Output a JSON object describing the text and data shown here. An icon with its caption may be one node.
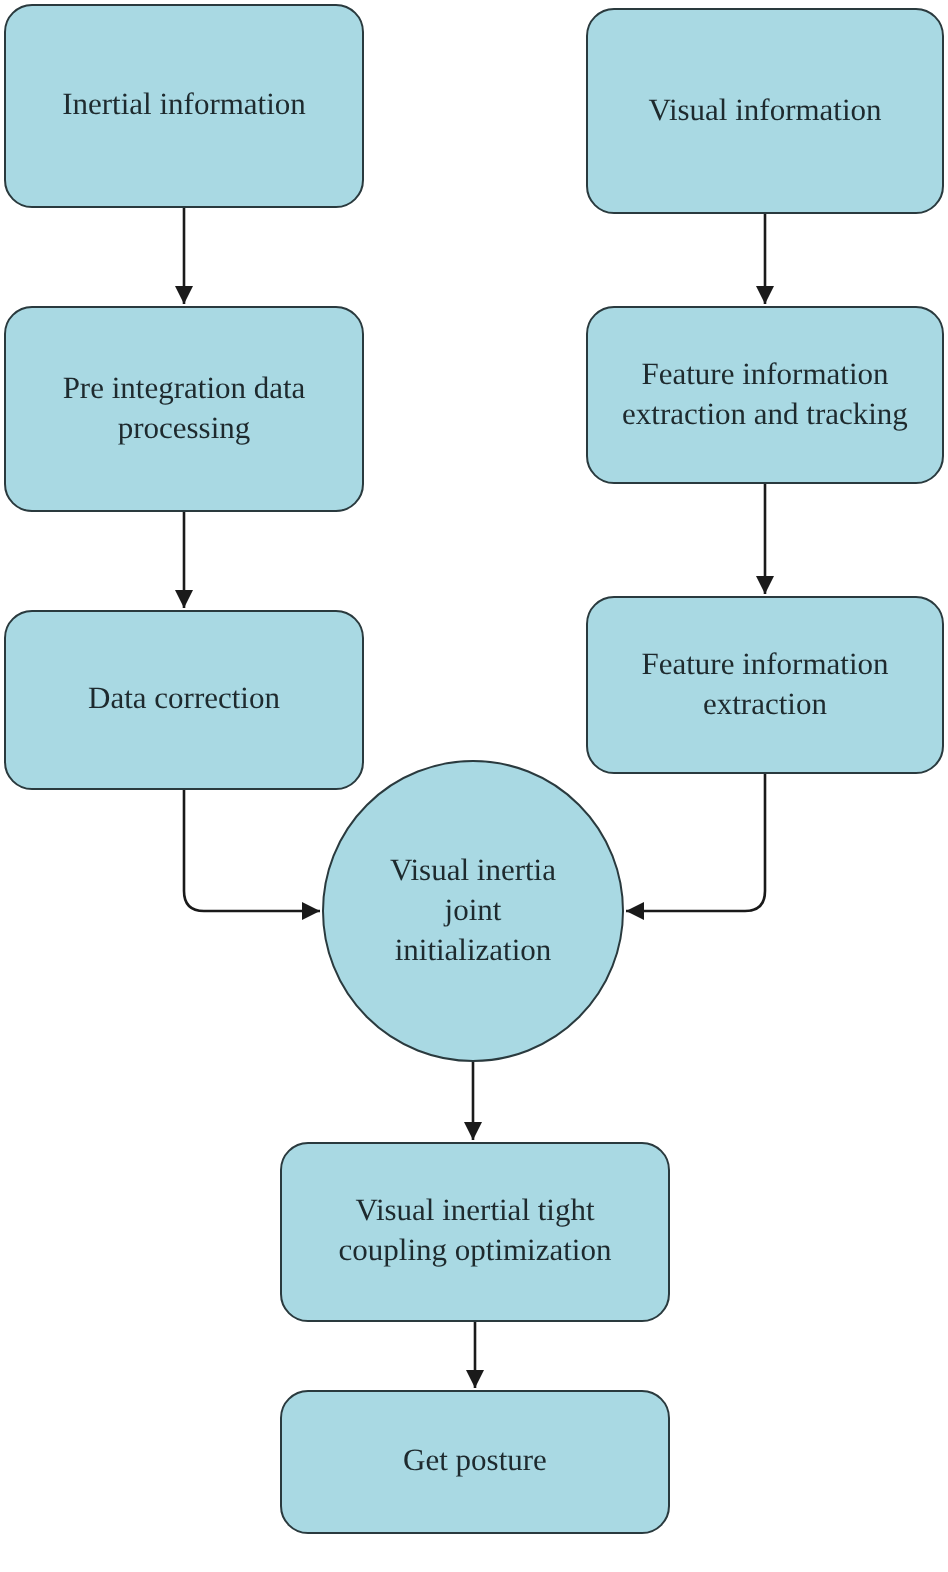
{
  "diagram": {
    "nodes": [
      {
        "text": [
          "Inertial information"
        ]
      },
      {
        "text": [
          "Pre integration data processing"
        ]
      },
      {
        "text": [
          "Data correction"
        ]
      },
      {
        "text": [
          "Visual information"
        ]
      },
      {
        "text": [
          "Feature information extraction and tracking"
        ]
      },
      {
        "text": [
          "Feature information extraction"
        ]
      },
      {
        "text": [
          "Visual inertia joint initialization"
        ]
      },
      {
        "text": [
          "Visual inertial tight coupling optimization"
        ]
      },
      {
        "text": [
          "Get posture"
        ]
      }
    ],
    "edges": [
      {
        "from": 0,
        "to": 1,
        "arrow": "to"
      },
      {
        "from": 1,
        "to": 2,
        "arrow": "to"
      },
      {
        "from": 3,
        "to": 4,
        "arrow": "to"
      },
      {
        "from": 4,
        "to": 5,
        "arrow": "to"
      },
      {
        "from": 2,
        "to": 6,
        "arrow": "to"
      },
      {
        "from": 5,
        "to": 6,
        "arrow": "to"
      },
      {
        "from": 6,
        "to": 7,
        "arrow": "to"
      },
      {
        "from": 7,
        "to": 8,
        "arrow": "to"
      }
    ]
  }
}
